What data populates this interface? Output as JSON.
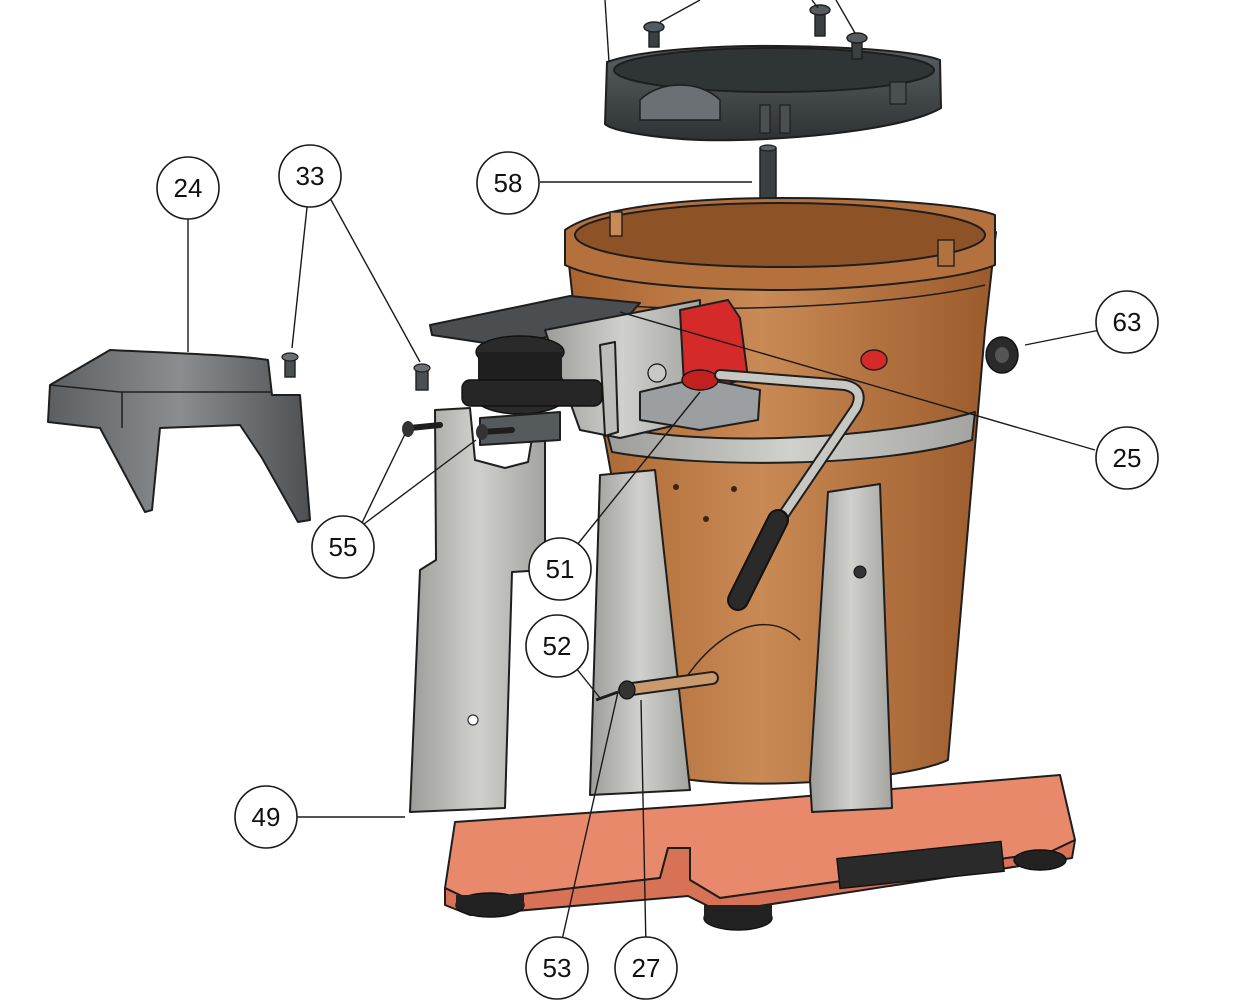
{
  "callouts": {
    "c24": "24",
    "c33": "33",
    "c58": "58",
    "c63": "63",
    "c25": "25",
    "c55": "55",
    "c51": "51",
    "c52": "52",
    "c49": "49",
    "c53": "53",
    "c27": "27"
  },
  "colors": {
    "bucket": "#c17a45",
    "bucket_dark": "#9a5a2e",
    "base": "#e8896b",
    "steel": "#b9b9b6",
    "steel_dark": "#8d8d8a",
    "lid": "#3d4244",
    "red_part": "#d42a2a",
    "black_part": "#222222"
  }
}
